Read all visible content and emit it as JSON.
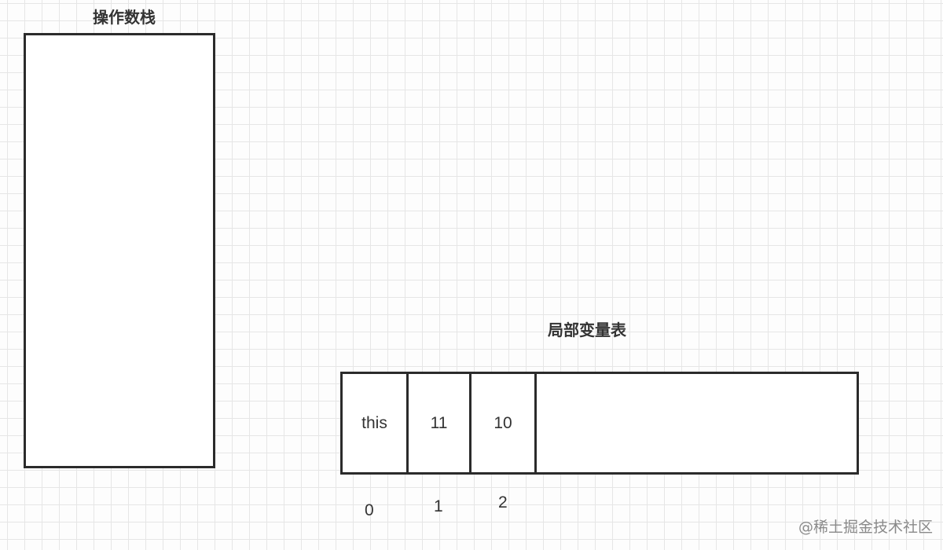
{
  "operand_stack": {
    "title": "操作数栈"
  },
  "local_variable_table": {
    "title": "局部变量表",
    "slots": [
      "this",
      "11",
      "10",
      ""
    ],
    "indices": [
      "0",
      "1",
      "2"
    ]
  },
  "watermark": "@稀土掘金技术社区"
}
